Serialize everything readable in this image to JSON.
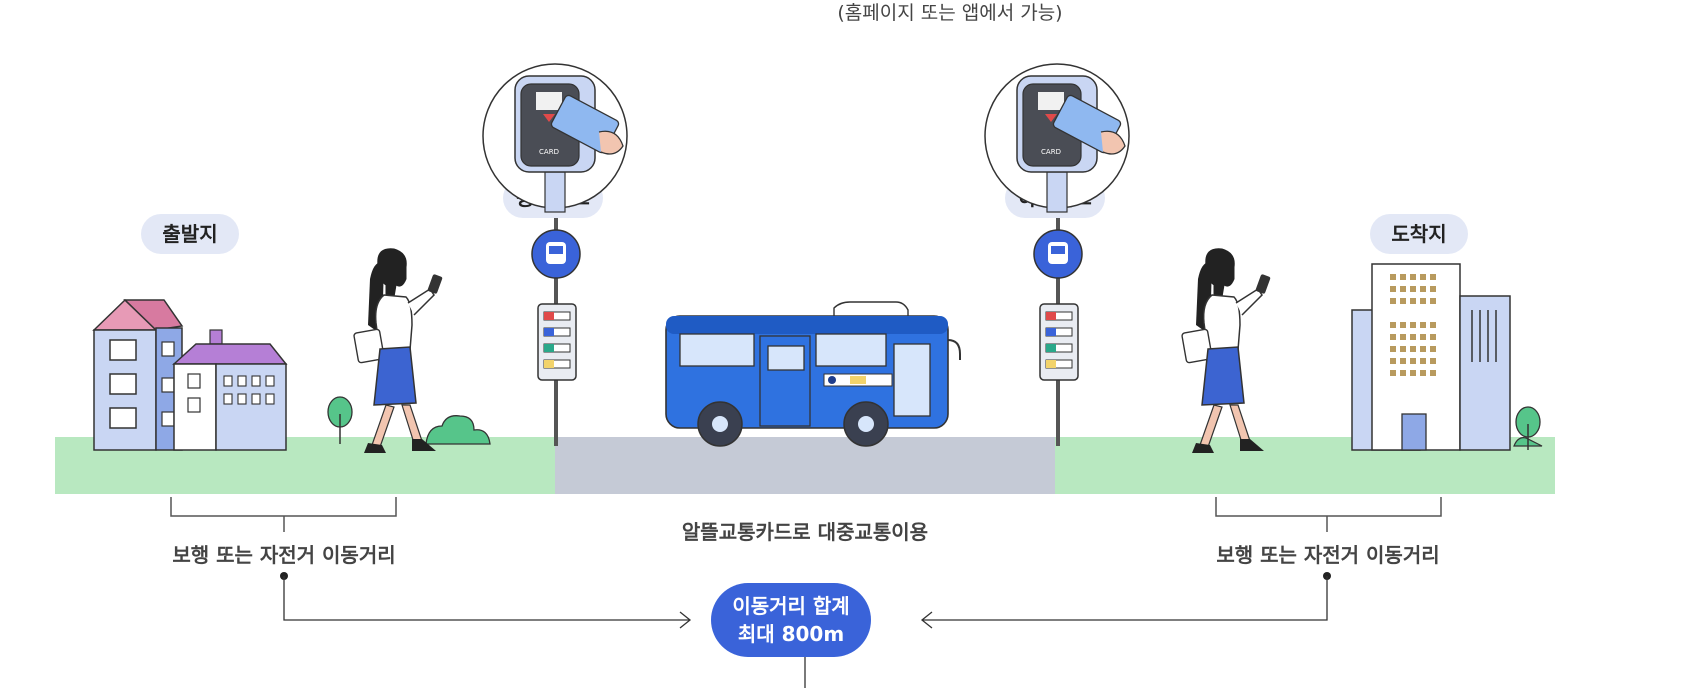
{
  "note": "(홈페이지 또는 앱에서 가능)",
  "labels": {
    "departure": "출발지",
    "boarding_tag": "승차태그",
    "alighting_tag": "하차태그",
    "arrival": "도착지"
  },
  "card_text": "CARD",
  "captions": {
    "left": "보행 또는 자전거 이동거리",
    "middle": "알뜰교통카드로 대중교통이용",
    "right": "보행 또는 자전거 이동거리"
  },
  "total": {
    "line1": "이동거리 합계",
    "line2": "최대 800m"
  },
  "colors": {
    "accent": "#3a63d9",
    "grass": "#b8e8c0",
    "road": "#c5cad6",
    "pill": "#e3e8f6",
    "bus": "#2f72e0"
  }
}
